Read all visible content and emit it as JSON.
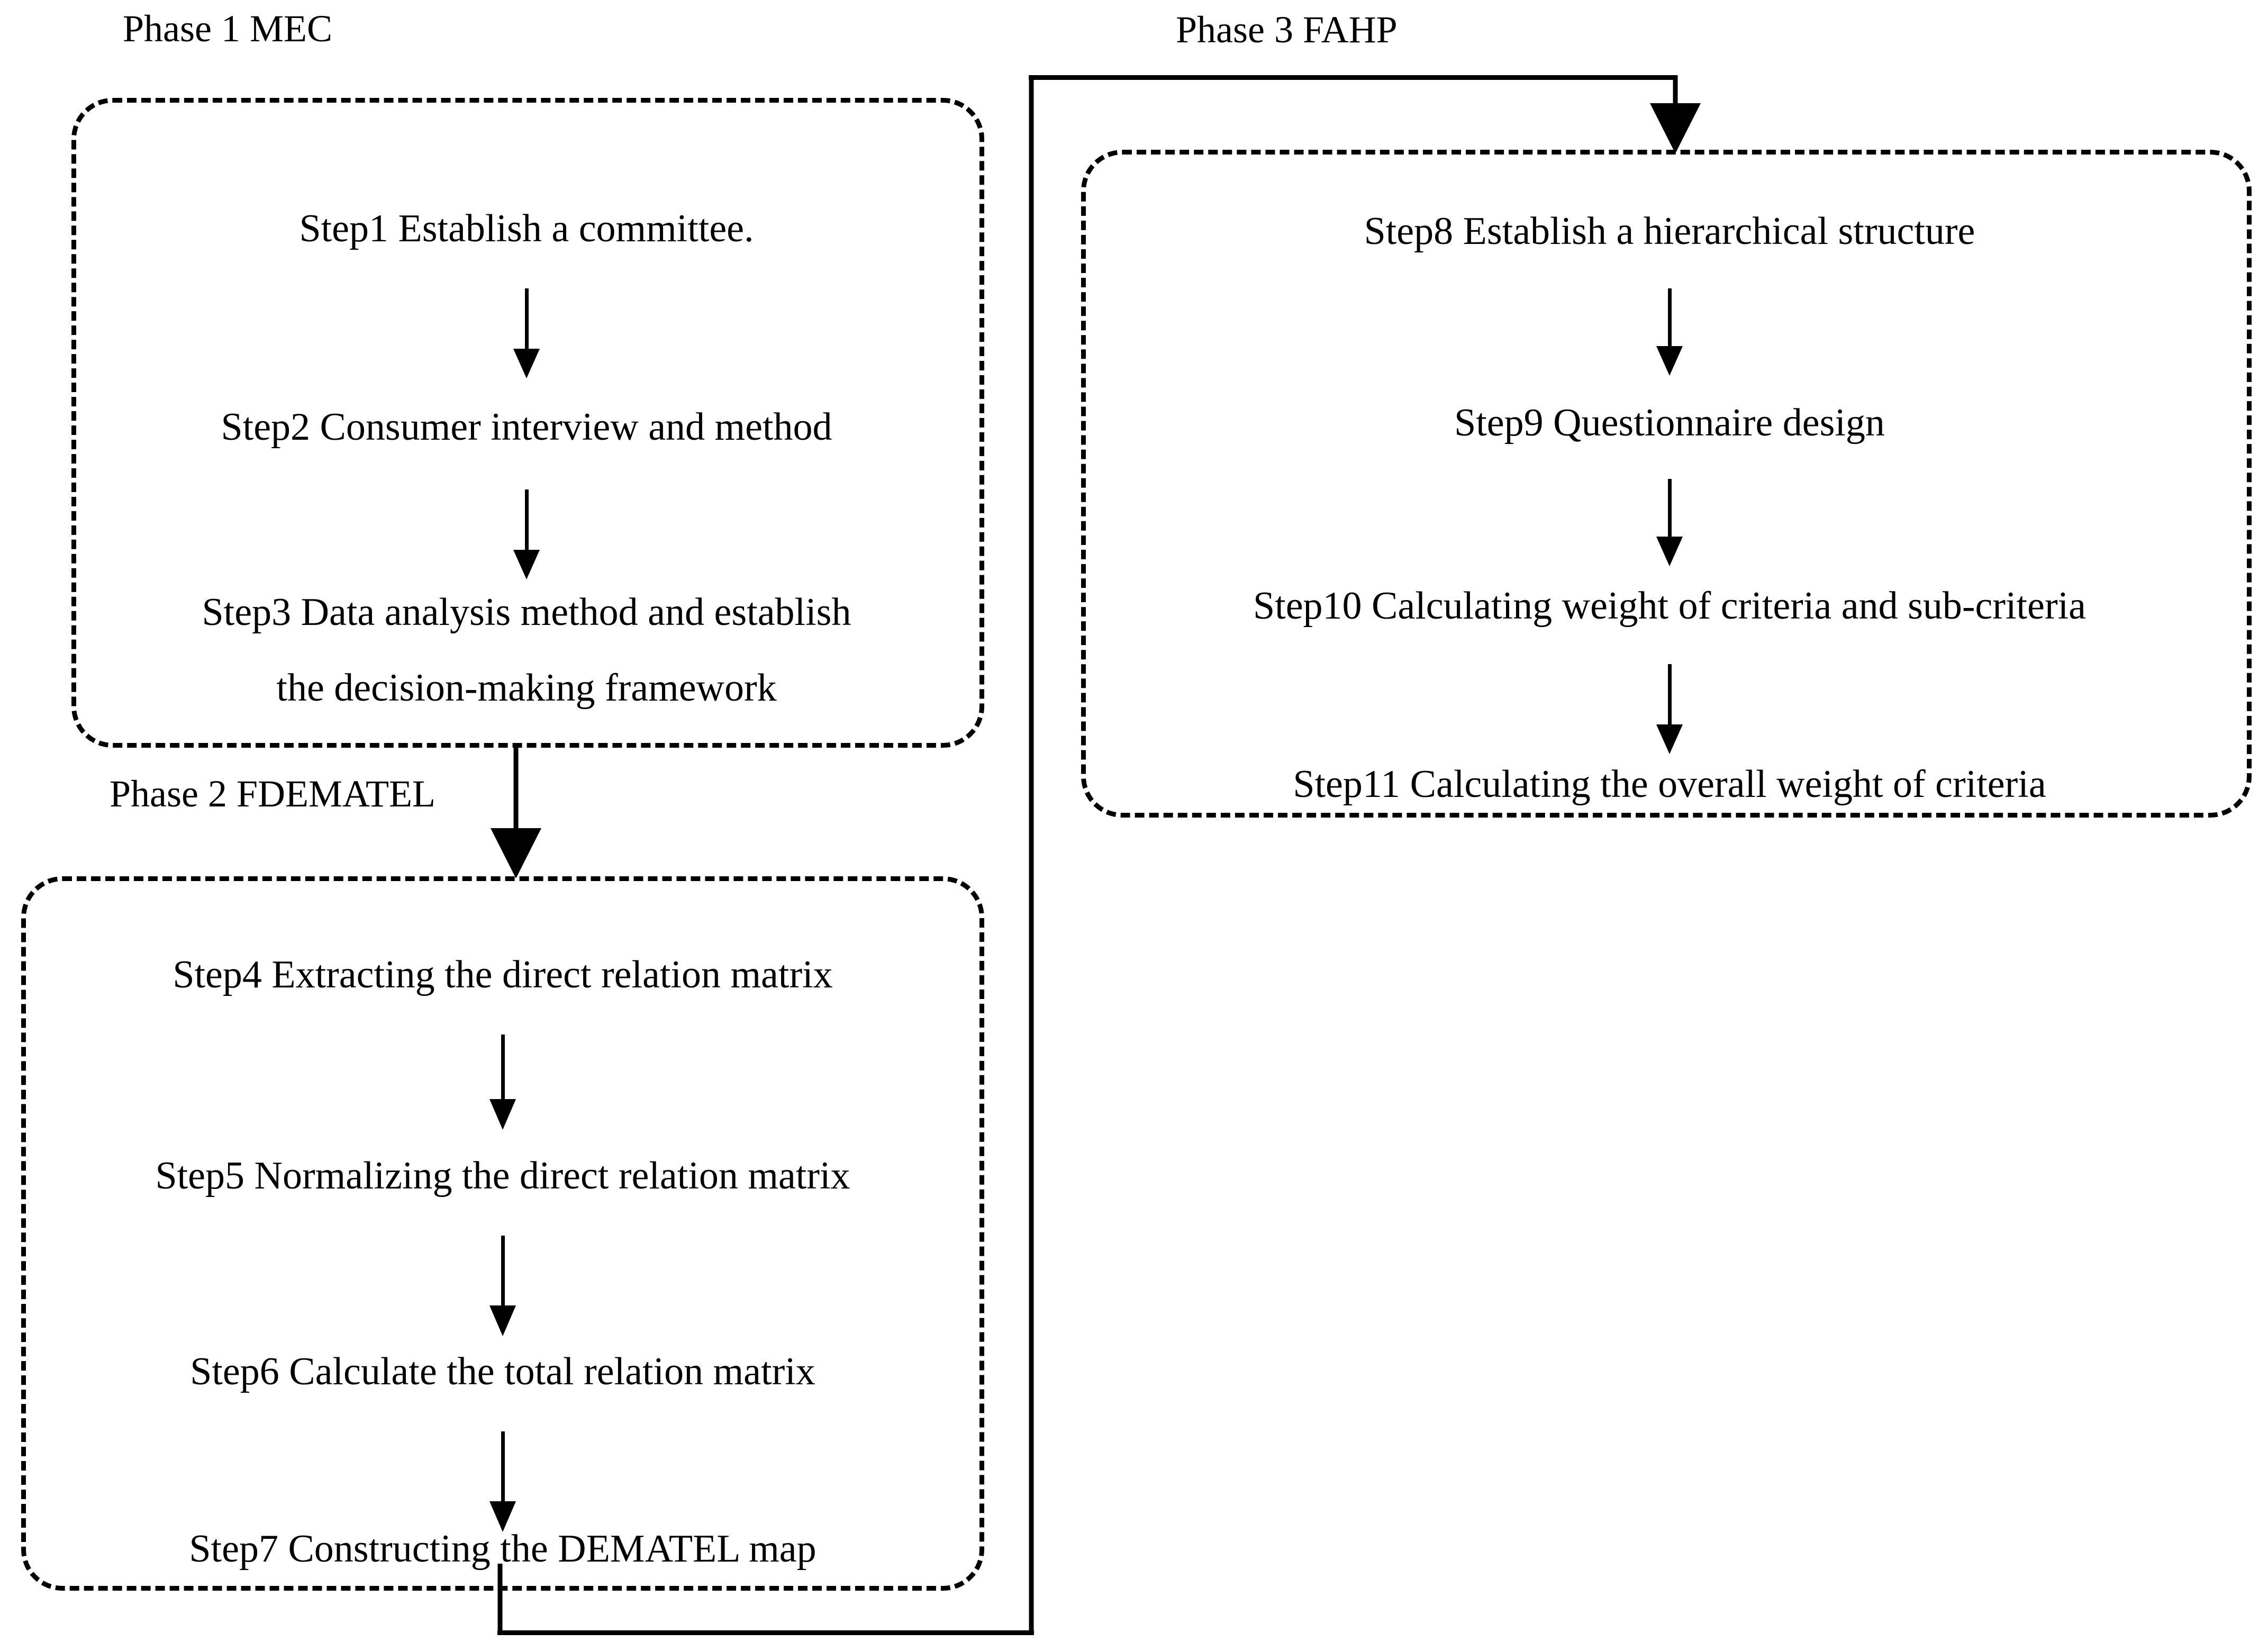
{
  "diagram": {
    "title_phases": {
      "phase1": "Phase 1 MEC",
      "phase2": "Phase 2 FDEMATEL",
      "phase3": "Phase 3 FAHP"
    },
    "phase1": {
      "label": "Phase 1 MEC",
      "steps": [
        {
          "id": "step1",
          "line1": "Step1 Establish a committee."
        },
        {
          "id": "step2",
          "line1": "Step2 Consumer interview and method"
        },
        {
          "id": "step3",
          "line1": "Step3 Data analysis method and establish",
          "line2": "the decision-making framework"
        }
      ]
    },
    "phase2": {
      "label": "Phase 2 FDEMATEL",
      "steps": [
        {
          "id": "step4",
          "line1": "Step4 Extracting the direct relation matrix"
        },
        {
          "id": "step5",
          "line1": "Step5 Normalizing the direct relation matrix"
        },
        {
          "id": "step6",
          "line1": "Step6 Calculate the total relation matrix"
        },
        {
          "id": "step7",
          "line1": "Step7 Constructing the DEMATEL map"
        }
      ]
    },
    "phase3": {
      "label": "Phase 3 FAHP",
      "steps": [
        {
          "id": "step8",
          "line1": "Step8 Establish a hierarchical structure"
        },
        {
          "id": "step9",
          "line1": "Step9 Questionnaire design"
        },
        {
          "id": "step10",
          "line1": "Step10 Calculating weight of criteria and sub-criteria"
        },
        {
          "id": "step11",
          "line1": "Step11 Calculating the overall weight of criteria"
        }
      ]
    },
    "connectors": {
      "phase1_to_phase2": "arrow-down",
      "phase2_to_phase3": "elbow-arrow-up-right-down"
    },
    "colors": {
      "ink": "#000000",
      "background": "#ffffff"
    }
  }
}
